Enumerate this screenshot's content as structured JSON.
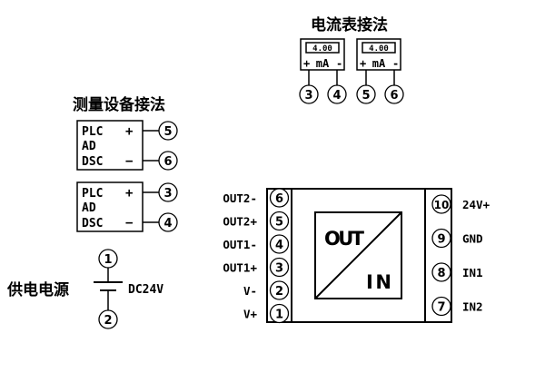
{
  "titles": {
    "ammeter": "电流表接法",
    "measuring": "测量设备接法",
    "power": "供电电源"
  },
  "ammeters": [
    {
      "reading": "4.00",
      "plus": "+",
      "unit": "mA",
      "minus": "-",
      "terminals": [
        "3",
        "4"
      ]
    },
    {
      "reading": "4.00",
      "plus": "+",
      "unit": "mA",
      "minus": "-",
      "terminals": [
        "5",
        "6"
      ]
    }
  ],
  "devices": [
    {
      "lines": [
        "PLC",
        "AD",
        "DSC"
      ],
      "plus": "+",
      "minus": "−",
      "terminals": [
        "5",
        "6"
      ]
    },
    {
      "lines": [
        "PLC",
        "AD",
        "DSC"
      ],
      "plus": "+",
      "minus": "−",
      "terminals": [
        "3",
        "4"
      ]
    }
  ],
  "supply": {
    "label": "DC24V",
    "terminals": [
      "1",
      "2"
    ]
  },
  "module": {
    "out_label": "OUT",
    "in_label": "IN",
    "left_pins": [
      {
        "num": "6",
        "label": "OUT2-"
      },
      {
        "num": "5",
        "label": "OUT2+"
      },
      {
        "num": "4",
        "label": "OUT1-"
      },
      {
        "num": "3",
        "label": "OUT1+"
      },
      {
        "num": "2",
        "label": "V-"
      },
      {
        "num": "1",
        "label": "V+"
      }
    ],
    "right_pins": [
      {
        "num": "10",
        "label": "24V+"
      },
      {
        "num": "9",
        "label": "GND"
      },
      {
        "num": "8",
        "label": "IN1"
      },
      {
        "num": "7",
        "label": "IN2"
      }
    ]
  }
}
